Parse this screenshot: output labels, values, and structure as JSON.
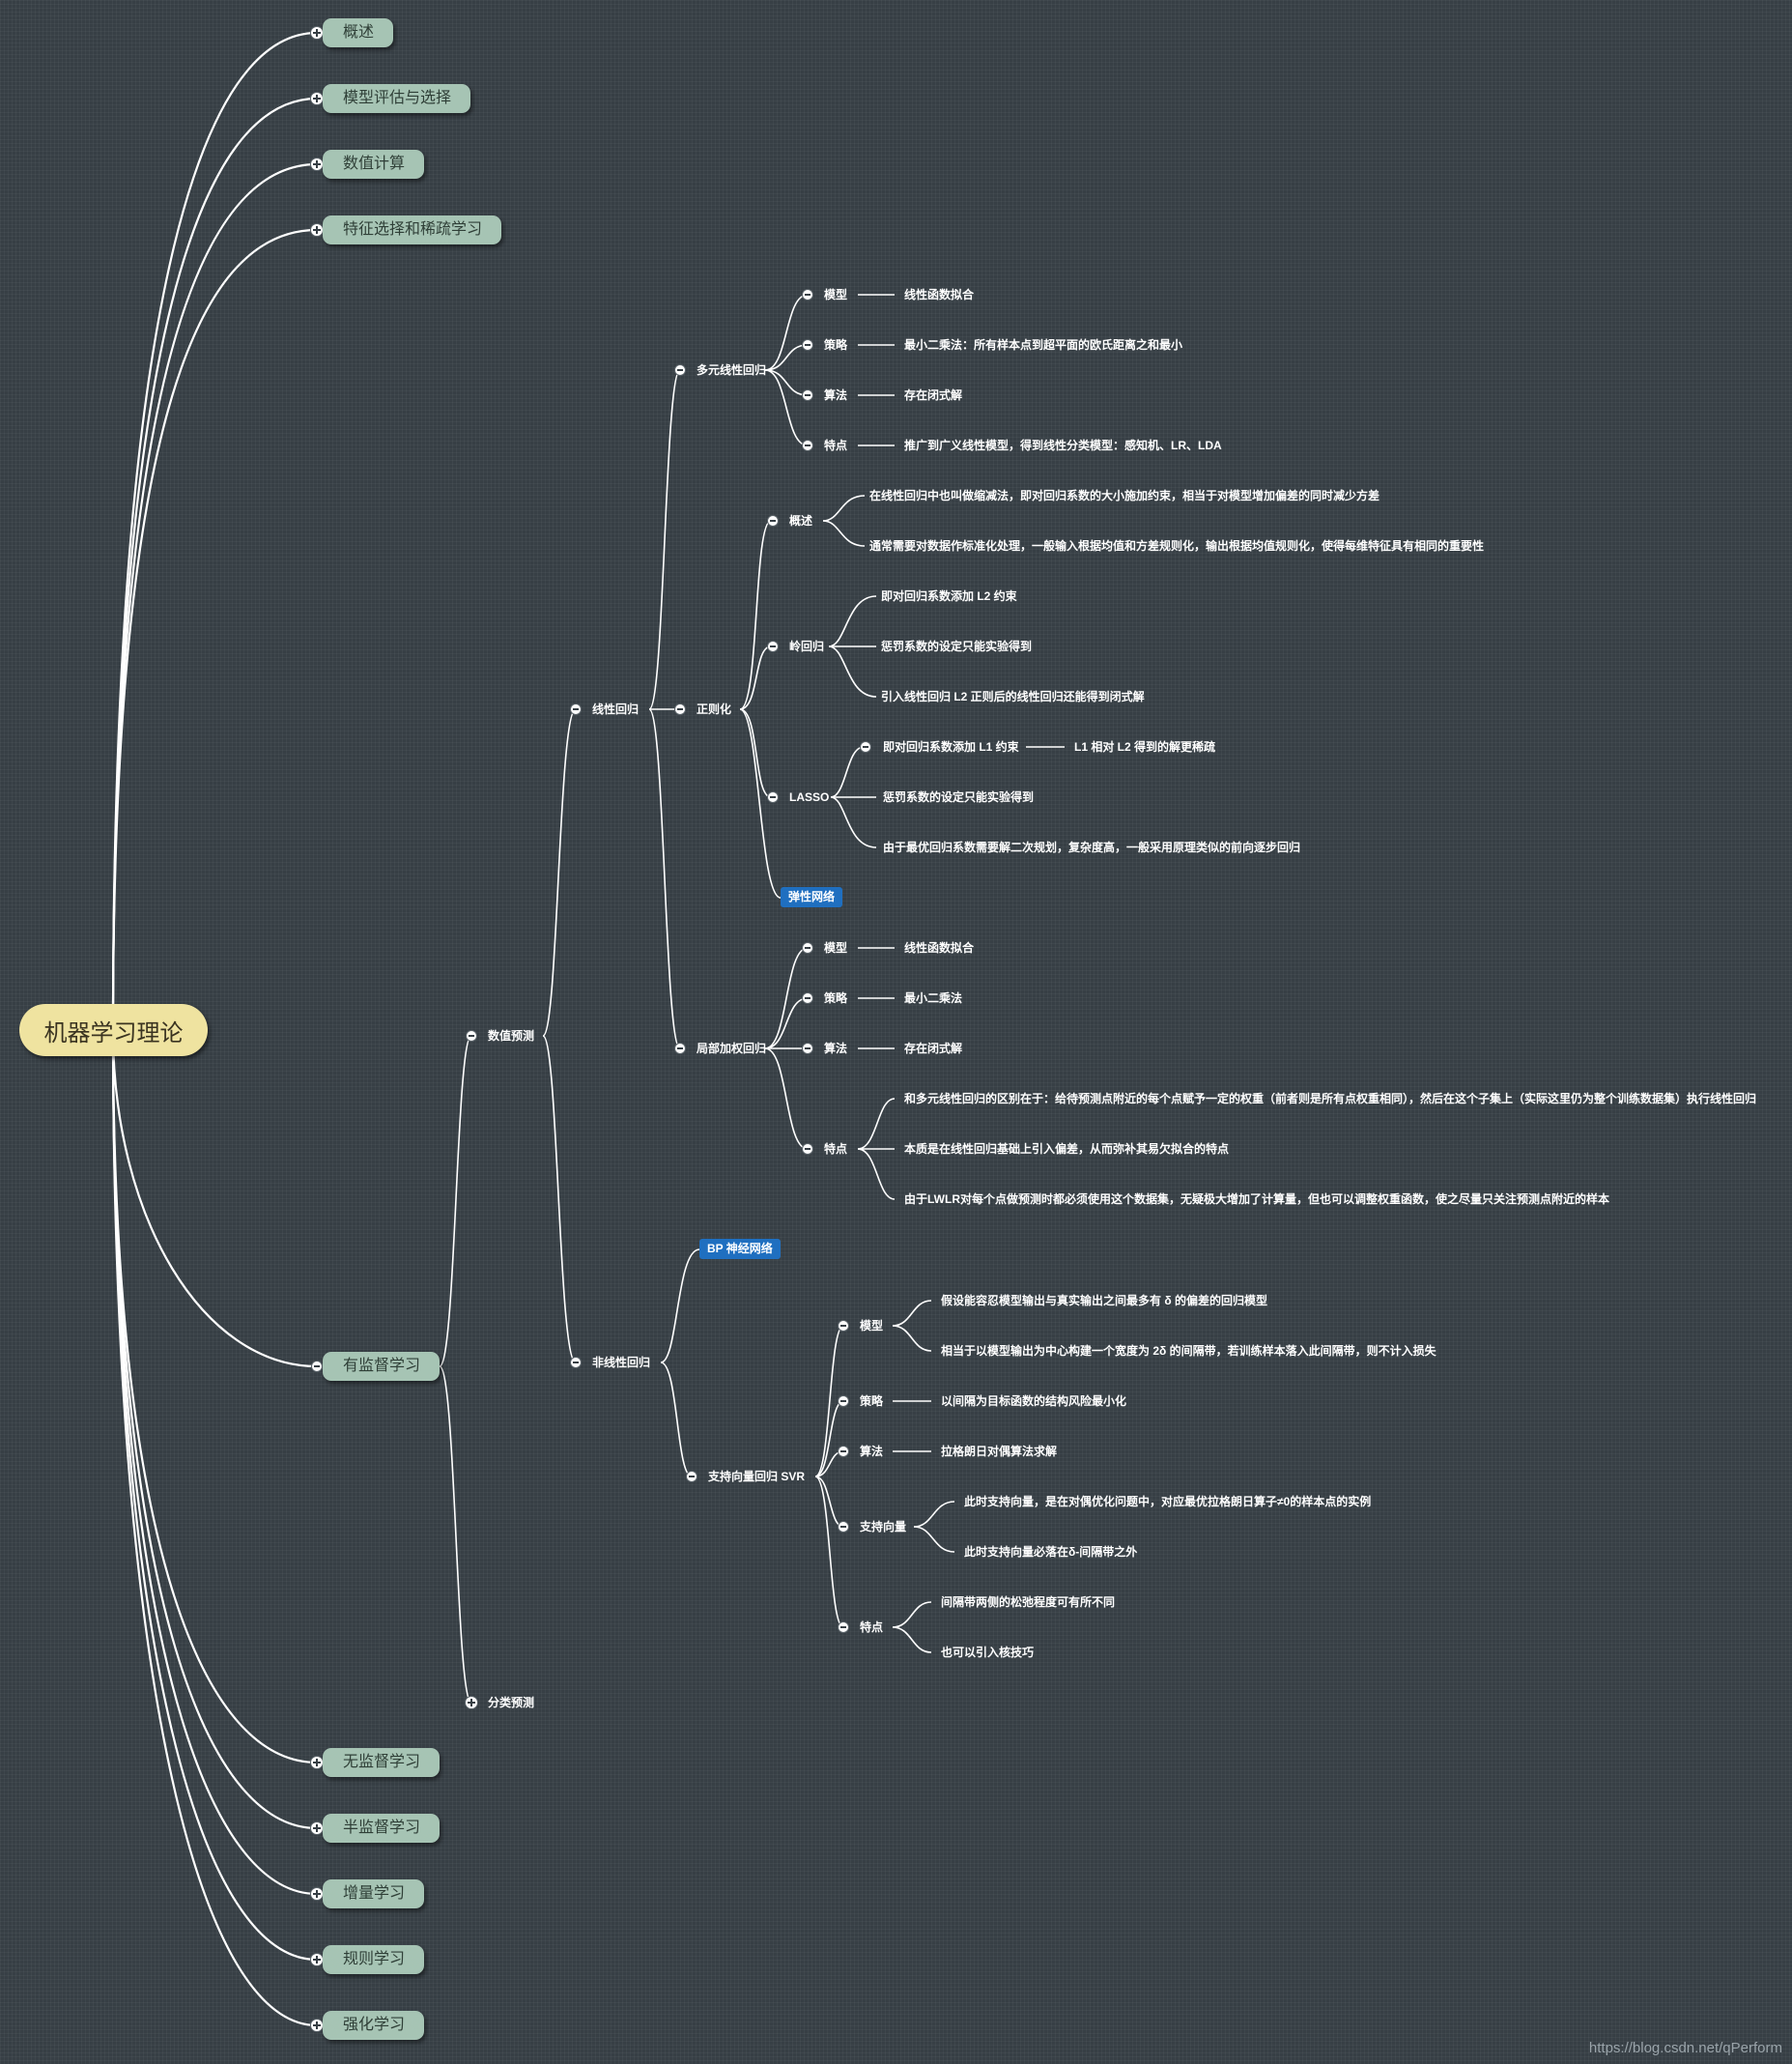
{
  "root": "机器学习理论",
  "top_branches": {
    "overview": "概述",
    "model_eval": "模型评估与选择",
    "numerical": "数值计算",
    "feature_sel": "特征选择和稀疏学习",
    "supervised": "有监督学习",
    "unsupervised": "无监督学习",
    "semi_supervised": "半监督学习",
    "incremental": "增量学习",
    "rule": "规则学习",
    "reinforcement": "强化学习"
  },
  "supervised": {
    "value_pred": "数值预测",
    "class_pred": "分类预测",
    "linear": "线性回归",
    "nonlinear": "非线性回归"
  },
  "multi_linear": {
    "label": "多元线性回归",
    "model": "模型",
    "model_v": "线性函数拟合",
    "strategy": "策略",
    "strategy_v": "最小二乘法：所有样本点到超平面的欧氏距离之和最小",
    "algo": "算法",
    "algo_v": "存在闭式解",
    "feature": "特点",
    "feature_v": "推广到广义线性模型，得到线性分类模型：感知机、LR、LDA"
  },
  "regularization": {
    "label": "正则化",
    "overview": "概述",
    "overview_1": "在线性回归中也叫做缩减法，即对回归系数的大小施加约束，相当于对模型增加偏差的同时减少方差",
    "overview_2": "通常需要对数据作标准化处理，一般输入根据均值和方差规则化，输出根据均值规则化，使得每维特征具有相同的重要性",
    "ridge": "岭回归",
    "ridge_1": "即对回归系数添加 L2 约束",
    "ridge_2": "惩罚系数的设定只能实验得到",
    "ridge_3": "引入线性回归 L2 正则后的线性回归还能得到闭式解",
    "lasso": "LASSO",
    "lasso_1": "即对回归系数添加 L1 约束",
    "lasso_1_sub": "L1 相对 L2 得到的解更稀疏",
    "lasso_2": "惩罚系数的设定只能实验得到",
    "lasso_3": "由于最优回归系数需要解二次规划，复杂度高，一般采用原理类似的前向逐步回归",
    "elastic": "弹性网络"
  },
  "lwlr": {
    "label": "局部加权回归",
    "model": "模型",
    "model_v": "线性函数拟合",
    "strategy": "策略",
    "strategy_v": "最小二乘法",
    "algo": "算法",
    "algo_v": "存在闭式解",
    "feature": "特点",
    "feature_1": "和多元线性回归的区别在于：给待预测点附近的每个点赋予一定的权重（前者则是所有点权重相同），然后在这个子集上（实际这里仍为整个训练数据集）执行线性回归",
    "feature_2": "本质是在线性回归基础上引入偏差，从而弥补其易欠拟合的特点",
    "feature_3": "由于LWLR对每个点做预测时都必须使用这个数据集，无疑极大增加了计算量，但也可以调整权重函数，使之尽量只关注预测点附近的样本"
  },
  "bp": "BP 神经网络",
  "svr": {
    "label": "支持向量回归 SVR",
    "model": "模型",
    "model_1": "假设能容忍模型输出与真实输出之间最多有 δ 的偏差的回归模型",
    "model_2": "相当于以模型输出为中心构建一个宽度为 2δ 的间隔带，若训练样本落入此间隔带，则不计入损失",
    "strategy": "策略",
    "strategy_v": "以间隔为目标函数的结构风险最小化",
    "algo": "算法",
    "algo_v": "拉格朗日对偶算法求解",
    "sv": "支持向量",
    "sv_1": "此时支持向量，是在对偶优化问题中，对应最优拉格朗日算子≠0的样本点的实例",
    "sv_2": "此时支持向量必落在δ-间隔带之外",
    "feature": "特点",
    "feature_1": "间隔带两侧的松弛程度可有所不同",
    "feature_2": "也可以引入核技巧"
  },
  "watermark": "https://blog.csdn.net/qPerform"
}
